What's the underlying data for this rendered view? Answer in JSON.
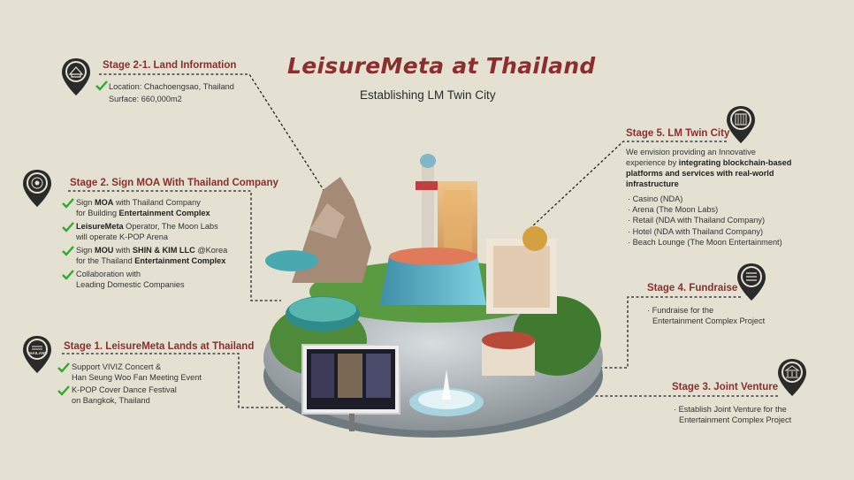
{
  "header": {
    "title": "LeisureMeta at Thailand",
    "subtitle": "Establishing LM Twin City"
  },
  "stages": {
    "s21": {
      "title": "Stage 2-1. Land Information",
      "line1": "Location: Chachoengsao, Thailand",
      "line2": "Surface: 660,000m2"
    },
    "s2": {
      "title": "Stage 2. Sign MOA With Thailand Company",
      "i1a_pre": "Sign ",
      "i1a_b": "MOA",
      "i1a_post": " with Thailand Company",
      "i1b_pre": "for Building ",
      "i1b_b": "Entertainment Complex",
      "i2a_b": "LeisureMeta",
      "i2a_post": " Operator, The Moon Labs",
      "i2b": "will operate K-POP Arena",
      "i3a_pre": "Sign ",
      "i3a_b1": "MOU",
      "i3a_mid": " with ",
      "i3a_b2": "SHIN & KIM LLC",
      "i3a_post": " @Korea",
      "i3b_pre": "for the Thailand ",
      "i3b_b": "Entertainment Complex",
      "i4a": "Collaboration with",
      "i4b": "Leading Domestic Companies"
    },
    "s1": {
      "title": "Stage 1. LeisureMeta Lands at Thailand",
      "i1a": "Support VIVIZ Concert &",
      "i1b": "Han Seung Woo Fan Meeting Event",
      "i2a": "K-POP Cover Dance Festival",
      "i2b": "on Bangkok, Thailand",
      "badge": "THAILAND"
    },
    "s5": {
      "title": "Stage 5. LM Twin City",
      "p1": "We envision providing an Innovative",
      "p2_pre": "experience by ",
      "p2_b": "integrating blockchain-based",
      "p3_b": "platforms and services with real-world",
      "p4_b": "infrastructure",
      "items": [
        "· Casino (NDA)",
        "· Arena (The Moon Labs)",
        "· Retail (NDA with Thailand Company)",
        "· Hotel (NDA with Thailand Company)",
        "· Beach Lounge (The Moon Entertainment)"
      ]
    },
    "s4": {
      "title": "Stage 4. Fundraise",
      "l1": "· Fundraise for the",
      "l2": "Entertainment Complex Project"
    },
    "s3": {
      "title": "Stage 3. Joint Venture",
      "l1": "· Establish Joint Venture for the",
      "l2": "Entertainment Complex Project"
    }
  },
  "colors": {
    "background": "#e5e1d2",
    "accent": "#8a2e2e",
    "check": "#2eaa2e"
  },
  "icons": [
    "map-pin-icon",
    "check-icon"
  ]
}
